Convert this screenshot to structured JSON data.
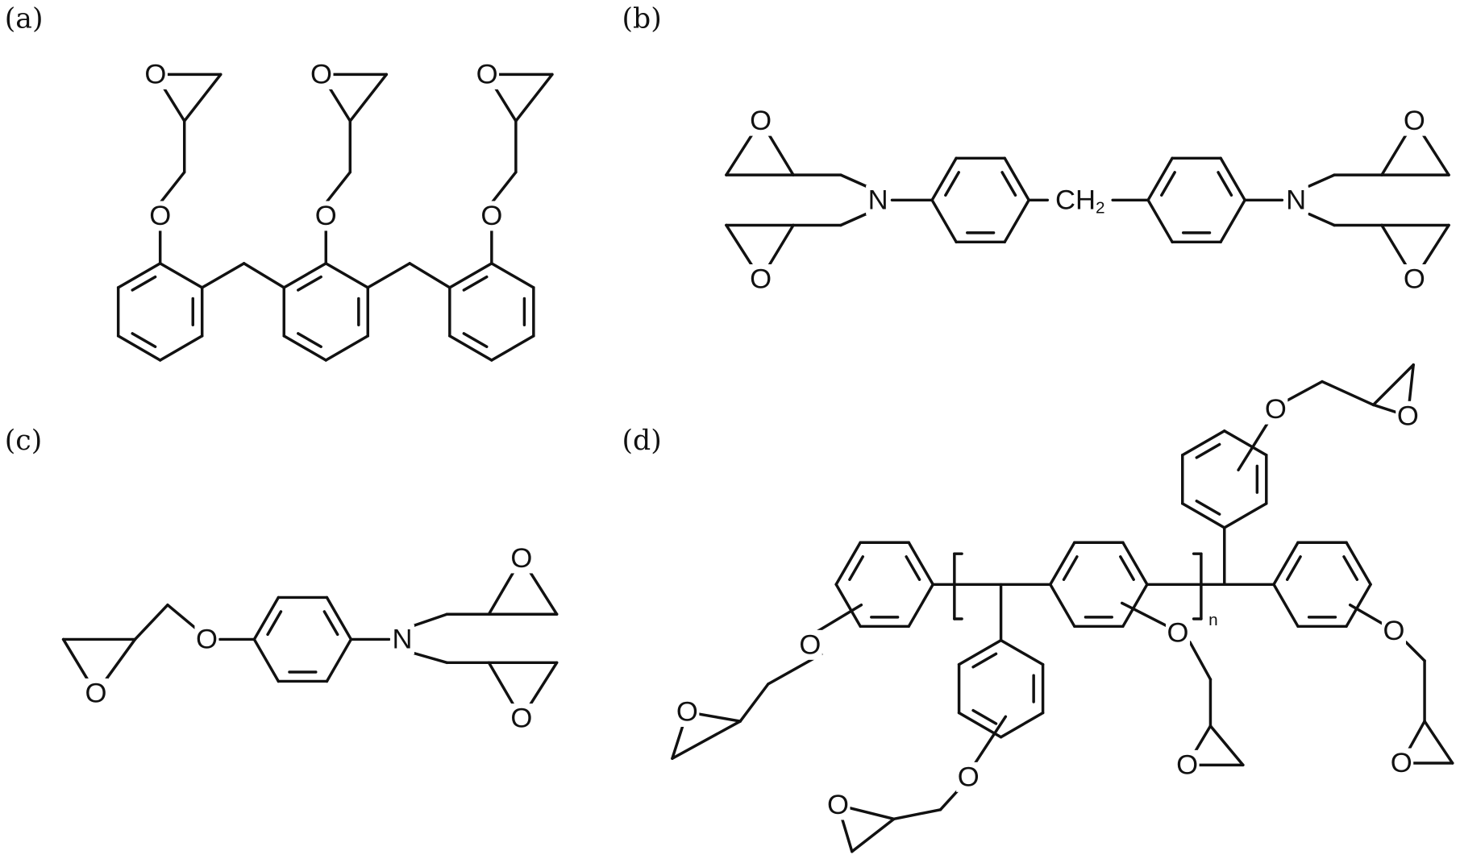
{
  "panels": {
    "a": {
      "label": "(a)"
    },
    "b": {
      "label": "(b)",
      "ch2": "CH",
      "ch2_sub": "2"
    },
    "c": {
      "label": "(c)"
    },
    "d": {
      "label": "(d)",
      "repeat": "n"
    }
  },
  "atoms": {
    "oxygen": "O",
    "nitrogen": "N"
  }
}
